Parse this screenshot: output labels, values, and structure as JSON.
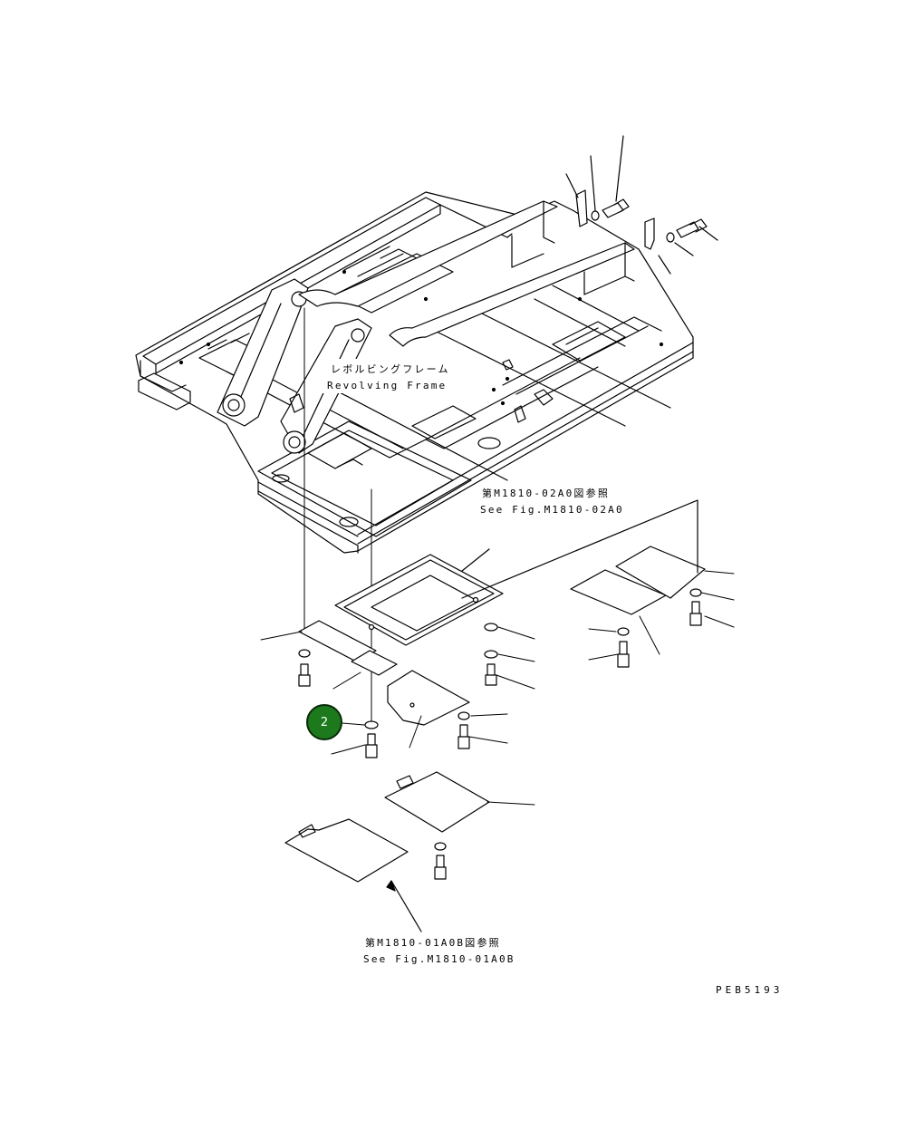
{
  "frame_label_jp": "レボルビングフレーム",
  "frame_label_en": "Revolving Frame",
  "ref_upper_jp": "第M1810-02A0図参照",
  "ref_upper_en": "See Fig.M1810-02A0",
  "ref_lower_jp": "第M1810-01A0B図参照",
  "ref_lower_en": "See Fig.M1810-01A0B",
  "drawing_code": "PEB5193",
  "callouts": [
    {
      "number": "2",
      "color": "#1c7a1c"
    }
  ]
}
